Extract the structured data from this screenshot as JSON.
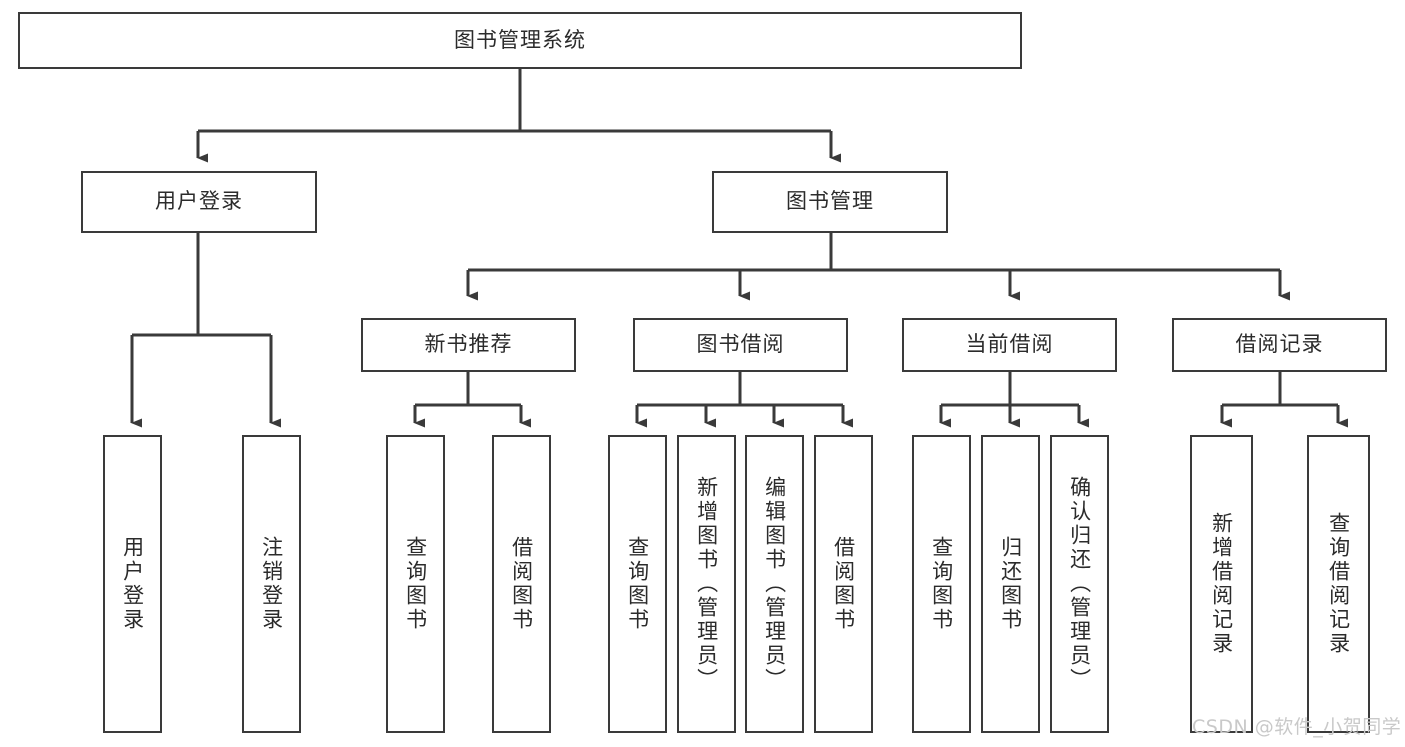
{
  "diagram": {
    "title": "图书管理系统",
    "type": "hierarchy-tree",
    "root": {
      "label": "图书管理系统"
    },
    "level2": [
      {
        "label": "用户登录"
      },
      {
        "label": "图书管理"
      }
    ],
    "level3": [
      {
        "label": "新书推荐"
      },
      {
        "label": "图书借阅"
      },
      {
        "label": "当前借阅"
      },
      {
        "label": "借阅记录"
      }
    ],
    "leaves_user_login": [
      {
        "label": "用户登录"
      },
      {
        "label": "注销登录"
      }
    ],
    "leaves_new_book": [
      {
        "label": "查询图书"
      },
      {
        "label": "借阅图书"
      }
    ],
    "leaves_book_borrow": [
      {
        "label": "查询图书"
      },
      {
        "label": "新增图书（管理员）"
      },
      {
        "label": "编辑图书（管理员）"
      },
      {
        "label": "借阅图书"
      }
    ],
    "leaves_current_borrow": [
      {
        "label": "查询图书"
      },
      {
        "label": "归还图书"
      },
      {
        "label": "确认归还（管理员）"
      }
    ],
    "leaves_borrow_record": [
      {
        "label": "新增借阅记录"
      },
      {
        "label": "查询借阅记录"
      }
    ]
  },
  "watermark": {
    "text": "CSDN @软件_小贺同学"
  },
  "colors": {
    "stroke": "#3a3a3a",
    "fill": "#ffffff",
    "text": "#2b2b2b",
    "watermark": "#c9c9c9"
  }
}
